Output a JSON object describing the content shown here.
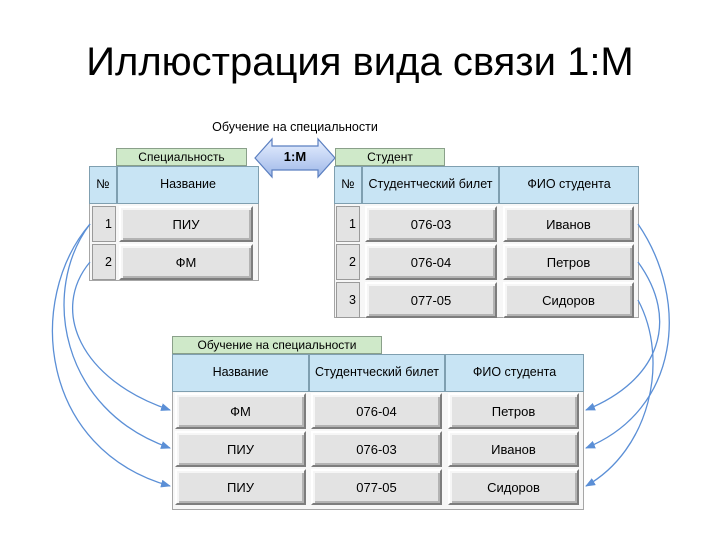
{
  "title": "Иллюстрация вида связи 1:М",
  "relation_label": "Обучение на специальности",
  "cardinality": "1:М",
  "specialty": {
    "tab": "Специальность",
    "headers": [
      "№",
      "Название"
    ],
    "rows": [
      [
        "1",
        "ПИУ"
      ],
      [
        "2",
        "ФМ"
      ]
    ]
  },
  "student": {
    "tab": "Студент",
    "headers": [
      "№",
      "Студентческий билет",
      "ФИО студента"
    ],
    "rows": [
      [
        "1",
        "076-03",
        "Иванов"
      ],
      [
        "2",
        "076-04",
        "Петров"
      ],
      [
        "3",
        "077-05",
        "Сидоров"
      ]
    ]
  },
  "result": {
    "tab": "Обучение на специальности",
    "headers": [
      "Название",
      "Студентческий билет",
      "ФИО студента"
    ],
    "rows": [
      [
        "ФМ",
        "076-04",
        "Петров"
      ],
      [
        "ПИУ",
        "076-03",
        "Иванов"
      ],
      [
        "ПИУ",
        "077-05",
        "Сидоров"
      ]
    ]
  },
  "colors": {
    "tab": "#cfe9c9",
    "header": "#c8e4f4",
    "cell": "#e3e3e3",
    "arrow": "#5b8fd6"
  }
}
